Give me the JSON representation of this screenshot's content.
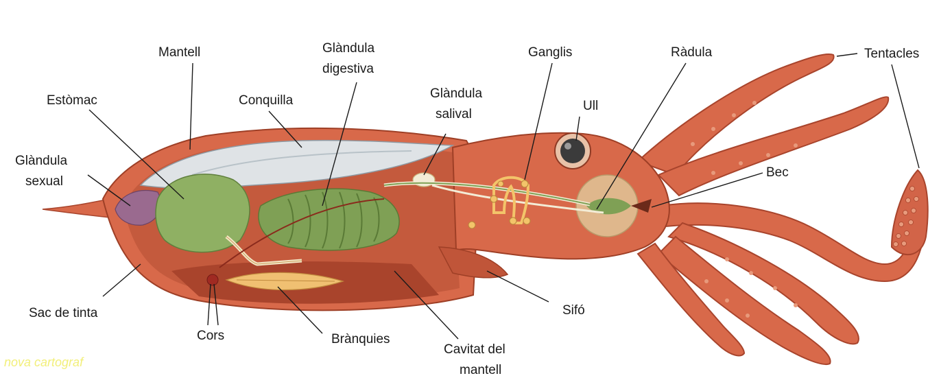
{
  "labels": {
    "mantell": "Mantell",
    "estomac": "Estòmac",
    "glandula_sexual_1": "Glàndula",
    "glandula_sexual_2": "sexual",
    "conquilla": "Conquilla",
    "glandula_digestiva_1": "Glàndula",
    "glandula_digestiva_2": "digestiva",
    "glandula_salival_1": "Glàndula",
    "glandula_salival_2": "salival",
    "ganglis": "Ganglis",
    "ull": "Ull",
    "radula": "Ràdula",
    "tentacles": "Tentacles",
    "bec": "Bec",
    "sac_de_tinta": "Sac de tinta",
    "cors": "Cors",
    "branquies": "Brànquies",
    "cavitat_del_mantell_1": "Cavitat del",
    "cavitat_del_mantell_2": "mantell",
    "sifo": "Sifó"
  },
  "watermark": "nova cartograf",
  "colors": {
    "body": "#d8694a",
    "body_dark": "#b34a30",
    "shell": "#dfe3e6",
    "gut_green": "#8fb063",
    "gill_yellow": "#f0c072",
    "sex_gland": "#9a6a8f"
  }
}
